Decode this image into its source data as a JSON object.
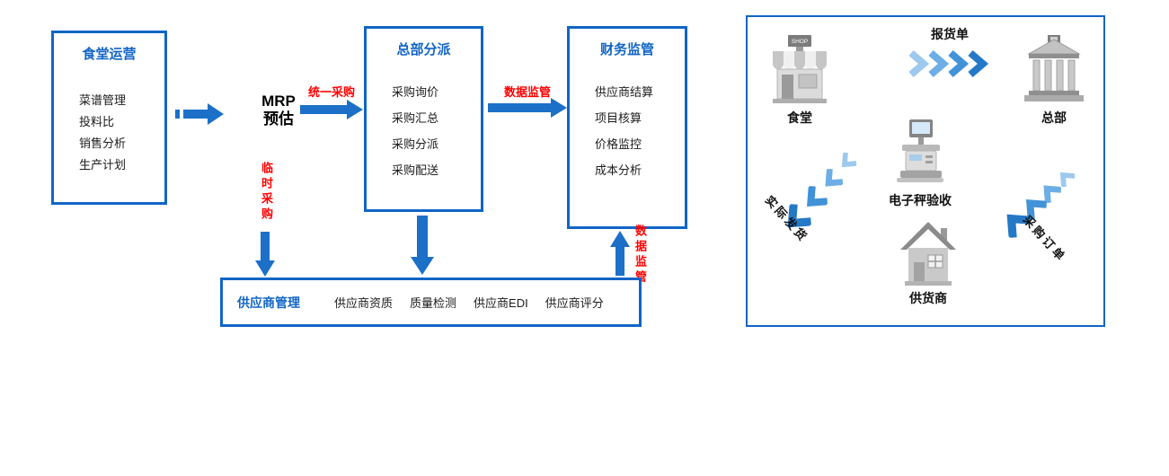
{
  "colors": {
    "primary_blue": "#1165c6",
    "arrow_blue": "#1c70c8",
    "label_red": "#ff0000",
    "chevron_blues": [
      "#9ec9ef",
      "#6caee5",
      "#4292d8",
      "#2479c6"
    ]
  },
  "flow": {
    "canteen": {
      "title": "食堂运营",
      "items": [
        "菜谱管理",
        "投料比",
        "销售分析",
        "生产计划"
      ]
    },
    "mrp": {
      "line1": "MRP",
      "line2": "预估"
    },
    "dispatch": {
      "title": "总部分派",
      "items": [
        "采购询价",
        "采购汇总",
        "采购分派",
        "采购配送"
      ]
    },
    "finance": {
      "title": "财务监管",
      "items": [
        "供应商结算",
        "项目核算",
        "价格监控",
        "成本分析"
      ]
    },
    "supplier": {
      "title": "供应商管理",
      "items": [
        "供应商资质",
        "质量检测",
        "供应商EDI",
        "供应商评分"
      ]
    },
    "labels": {
      "unified_purchase": "统一采购",
      "data_supervision_top": "数据监管",
      "temporary_purchase": "临时采购",
      "data_supervision_side": "数据监管"
    }
  },
  "network": {
    "shop_sign": "SHOP",
    "nodes": {
      "canteen": "食堂",
      "headquarters": "总部",
      "scale": "电子秤验收",
      "supplier": "供货商"
    },
    "edges": {
      "goods_report": "报货单",
      "actual_shipment": "实际发货",
      "purchase_order": "采购订单"
    }
  }
}
